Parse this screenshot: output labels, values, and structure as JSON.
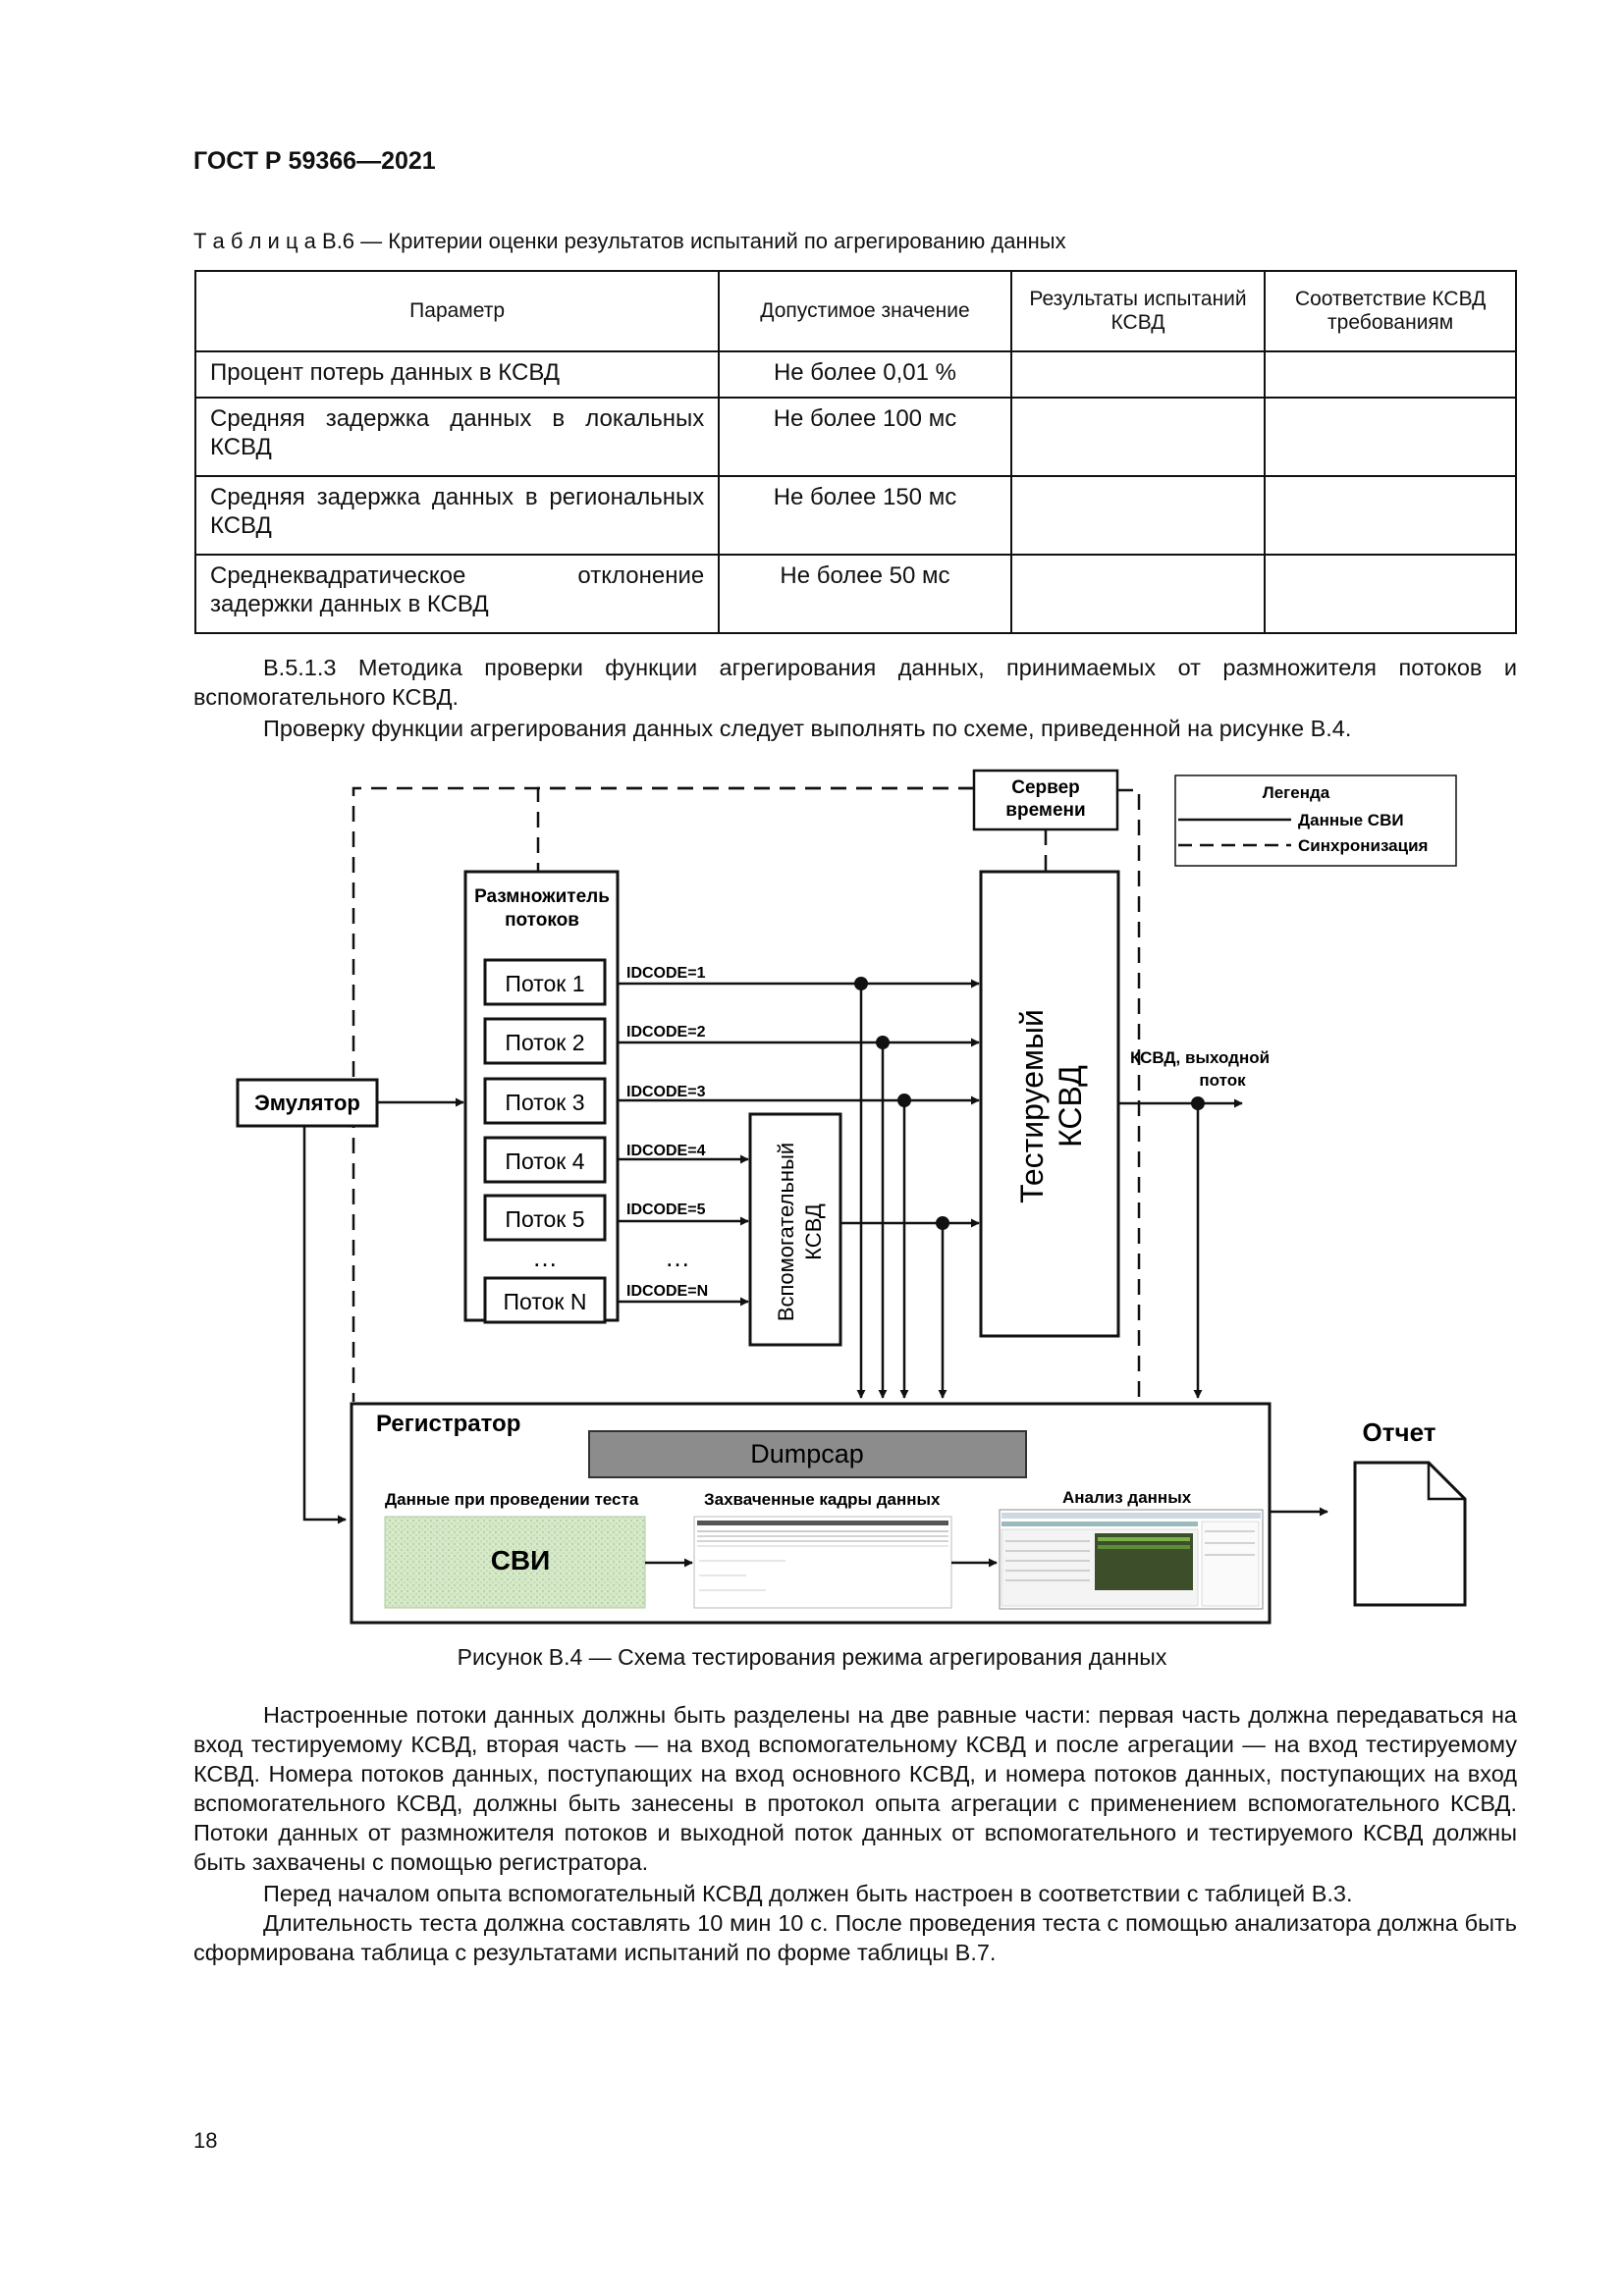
{
  "header": "ГОСТ Р 59366—2021",
  "table_caption": "Т а б л и ц а  В.6 — Критерии оценки результатов испытаний по агрегированию данных",
  "table": {
    "headers": [
      "Параметр",
      "Допустимое значение",
      "Результаты испытаний КСВД",
      "Соответствие КСВД требованиям"
    ],
    "rows": [
      [
        "Процент потерь данных в КСВД",
        "Не более 0,01 %",
        "",
        ""
      ],
      [
        "Средняя задержка данных в локальных КСВД",
        "Не более 100 мс",
        "",
        ""
      ],
      [
        "Средняя задержка данных в региональных КСВД",
        "Не более 150 мс",
        "",
        ""
      ],
      [
        "Среднеквадратическое отклонение задержки данных в КСВД",
        "Не более 50 мс",
        "",
        ""
      ]
    ]
  },
  "paragraphs_before": [
    "В.5.1.3 Методика проверки функции агрегирования данных, принимаемых от размножителя потоков и вспомогательного КСВД.",
    "Проверку функции агрегирования данных следует выполнять по схеме, приведенной на рисунке В.4."
  ],
  "figure": {
    "server": [
      "Сервер",
      "времени"
    ],
    "legend_title": "Легенда",
    "legend_data": "Данные СВИ",
    "legend_sync": "Синхронизация",
    "splitter": [
      "Размножитель",
      "потоков"
    ],
    "streams": [
      "Поток 1",
      "Поток 2",
      "Поток 3",
      "Поток 4",
      "Поток 5",
      "Поток N"
    ],
    "idcodes": [
      "IDCODE=1",
      "IDCODE=2",
      "IDCODE=3",
      "IDCODE=4",
      "IDCODE=5",
      "IDCODE=N"
    ],
    "ellipsis": "…",
    "emulator": "Эмулятор",
    "aux": [
      "Вспомогательный",
      "КСВД"
    ],
    "tested": [
      "Тестируемый",
      "КСВД"
    ],
    "output": [
      "КСВД, выходной",
      "поток"
    ],
    "registrar": "Регистратор",
    "dumpcap": "Dumpcap",
    "col1": "Данные при проведении теста",
    "col2": "Захваченные кадры данных",
    "col3": "Анализ данных",
    "svi": "СВИ",
    "report": "Отчет"
  },
  "figure_caption": "Рисунок В.4 — Схема тестирования режима агрегирования данных",
  "paragraphs_after": [
    "Настроенные потоки данных должны быть разделены на две равные части: первая часть должна передаваться на вход тестируемому КСВД, вторая часть — на вход вспомогательному КСВД и после агрегации — на вход тестируемому КСВД. Номера потоков данных, поступающих на вход основного КСВД, и номера потоков данных, поступающих на вход вспомогательного КСВД, должны быть занесены в протокол опыта агрегации с применением вспомогательного КСВД. Потоки данных от размножителя потоков и выходной поток данных от вспомогательного и тестируемого КСВД должны быть захвачены с помощью регистратора.",
    "Перед началом опыта вспомогательный КСВД должен быть настроен в соответствии с таблицей В.3.",
    "Длительность теста должна составлять 10 мин 10 с. После проведения теста с помощью анализатора должна быть сформирована таблица с результатами испытаний по форме таблицы В.7."
  ],
  "page_number": "18"
}
